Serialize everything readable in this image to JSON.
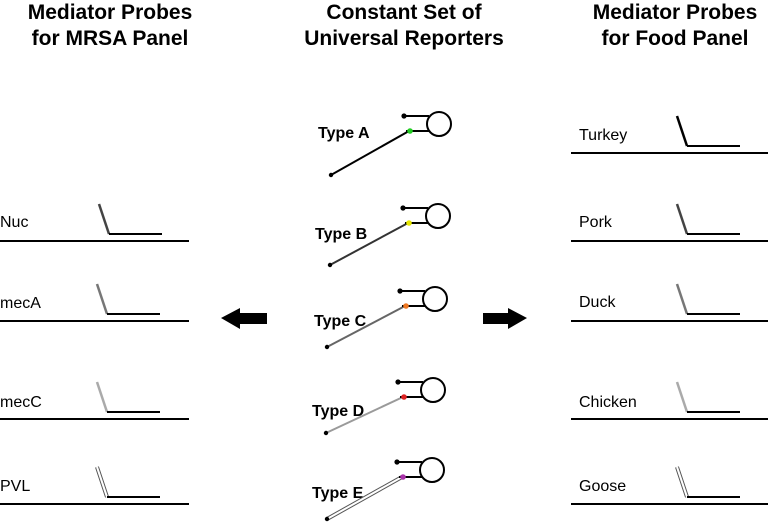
{
  "headings": {
    "left": [
      "Mediator Probes",
      "for MRSA Panel"
    ],
    "center": [
      "Constant Set of",
      "Universal Reporters"
    ],
    "right": [
      "Mediator Probes",
      "for Food Panel"
    ]
  },
  "mrsa_probes": [
    "Nuc",
    "mecA",
    "mecC",
    "PVL"
  ],
  "reporters": [
    {
      "label": "Type A",
      "dot_color": "#22cc22",
      "tail_color": "#000000"
    },
    {
      "label": "Type B",
      "dot_color": "#e6e600",
      "tail_color": "#333333"
    },
    {
      "label": "Type C",
      "dot_color": "#ee7722",
      "tail_color": "#666666"
    },
    {
      "label": "Type D",
      "dot_color": "#dd2222",
      "tail_color": "#9a9a9a"
    },
    {
      "label": "Type E",
      "dot_color": "#aa33aa",
      "tail_color": "#cfcfcf"
    }
  ],
  "food_probes": [
    "Turkey",
    "Pork",
    "Duck",
    "Chicken",
    "Goose"
  ],
  "colors": {
    "probe_shades": [
      "#000000",
      "#444444",
      "#777777",
      "#aaaaaa",
      "#dddddd"
    ],
    "arrow": "#000000"
  }
}
